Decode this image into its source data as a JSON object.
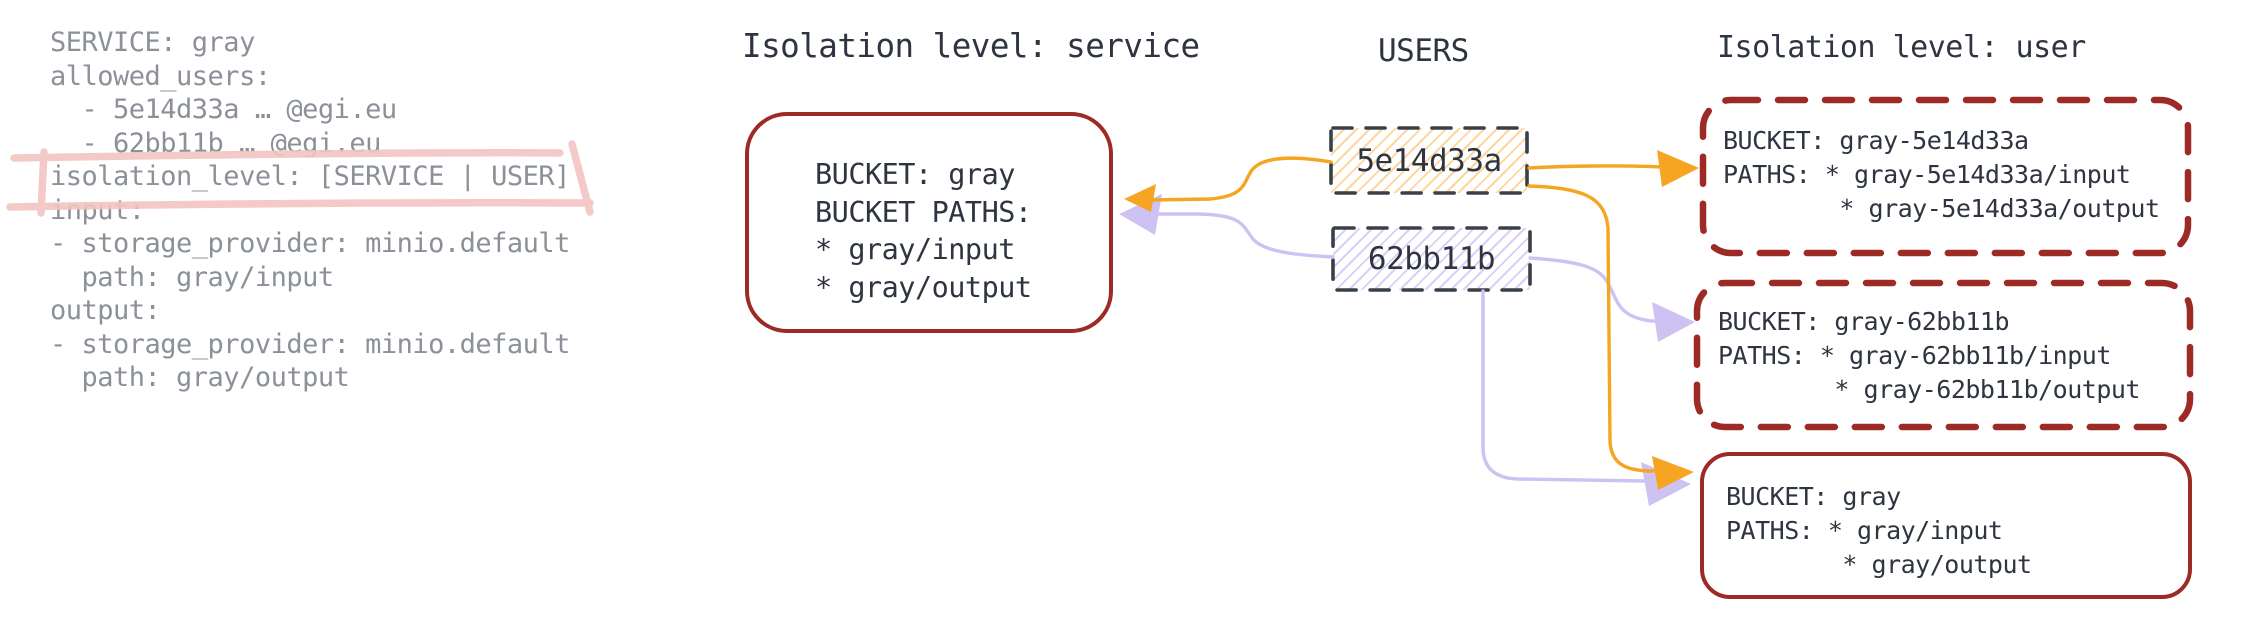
{
  "colors": {
    "background": "#ffffff",
    "accent_red": "#9e2a25",
    "user1_orange": "#f6a522",
    "user2_purple": "#cec2f2",
    "config_text_gray": "#8b9099",
    "diagram_text_dark": "#2e3440",
    "chip_border_dark": "#3a4049",
    "highlight_pink": "#f2c5c3"
  },
  "config_panel": {
    "lines": [
      "SERVICE: gray",
      "allowed_users:",
      "  - 5e14d33a … @egi.eu",
      "  - 62bb11b … @egi.eu",
      "isolation_level: [SERVICE | USER]",
      "input:",
      "- storage_provider: minio.default",
      "  path: gray/input",
      "output:",
      "- storage_provider: minio.default",
      "  path: gray/output"
    ],
    "highlighted_line": "isolation_level: [SERVICE | USER]"
  },
  "headings": {
    "service": "Isolation level: service",
    "users": "USERS",
    "user": "Isolation level: user"
  },
  "service_bucket_box": {
    "lines": [
      "BUCKET: gray",
      "BUCKET PATHS:",
      "* gray/input",
      "* gray/output"
    ]
  },
  "users": {
    "chip1": "5e14d33a",
    "chip2": "62bb11b"
  },
  "user_bucket_boxes": {
    "user1": {
      "lines": [
        "BUCKET: gray-5e14d33a",
        "PATHS: * gray-5e14d33a/input",
        "        * gray-5e14d33a/output"
      ]
    },
    "user2": {
      "lines": [
        "BUCKET: gray-62bb11b",
        "PATHS: * gray-62bb11b/input",
        "        * gray-62bb11b/output"
      ]
    },
    "shared": {
      "lines": [
        "BUCKET: gray",
        "PATHS: * gray/input",
        "        * gray/output"
      ]
    }
  }
}
